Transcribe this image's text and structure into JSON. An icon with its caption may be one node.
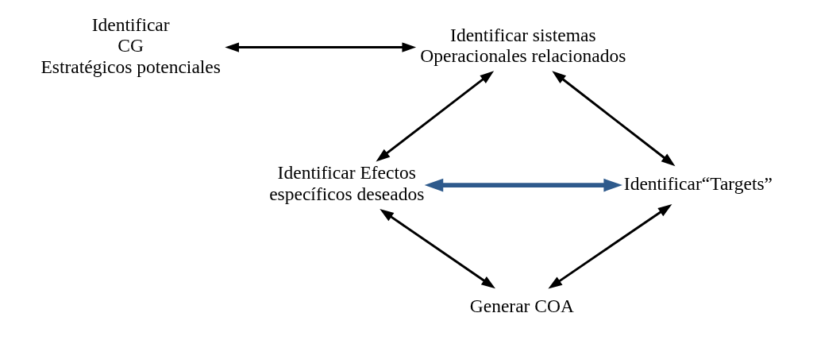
{
  "diagram": {
    "nodes": [
      {
        "text": [
          "Identificar CG Estratégicos potenciales"
        ]
      },
      {
        "text": [
          "Identificar sistemas Operacionales relacionados"
        ]
      },
      {
        "text": [
          "Identificar Efectos específicos deseados"
        ]
      },
      {
        "text": [
          "Identificar“Targets”"
        ]
      },
      {
        "text": [
          "Generar COA"
        ]
      }
    ],
    "edges": [
      {
        "from": 0,
        "to": 1,
        "arrow": "both"
      },
      {
        "from": 2,
        "to": 1,
        "arrow": "both"
      },
      {
        "from": 1,
        "to": 3,
        "arrow": "both"
      },
      {
        "from": 2,
        "to": 3,
        "arrow": "both",
        "style": "thick",
        "color": "#2e5a8c"
      },
      {
        "from": 2,
        "to": 4,
        "arrow": "both"
      },
      {
        "from": 3,
        "to": 4,
        "arrow": "both"
      }
    ]
  }
}
